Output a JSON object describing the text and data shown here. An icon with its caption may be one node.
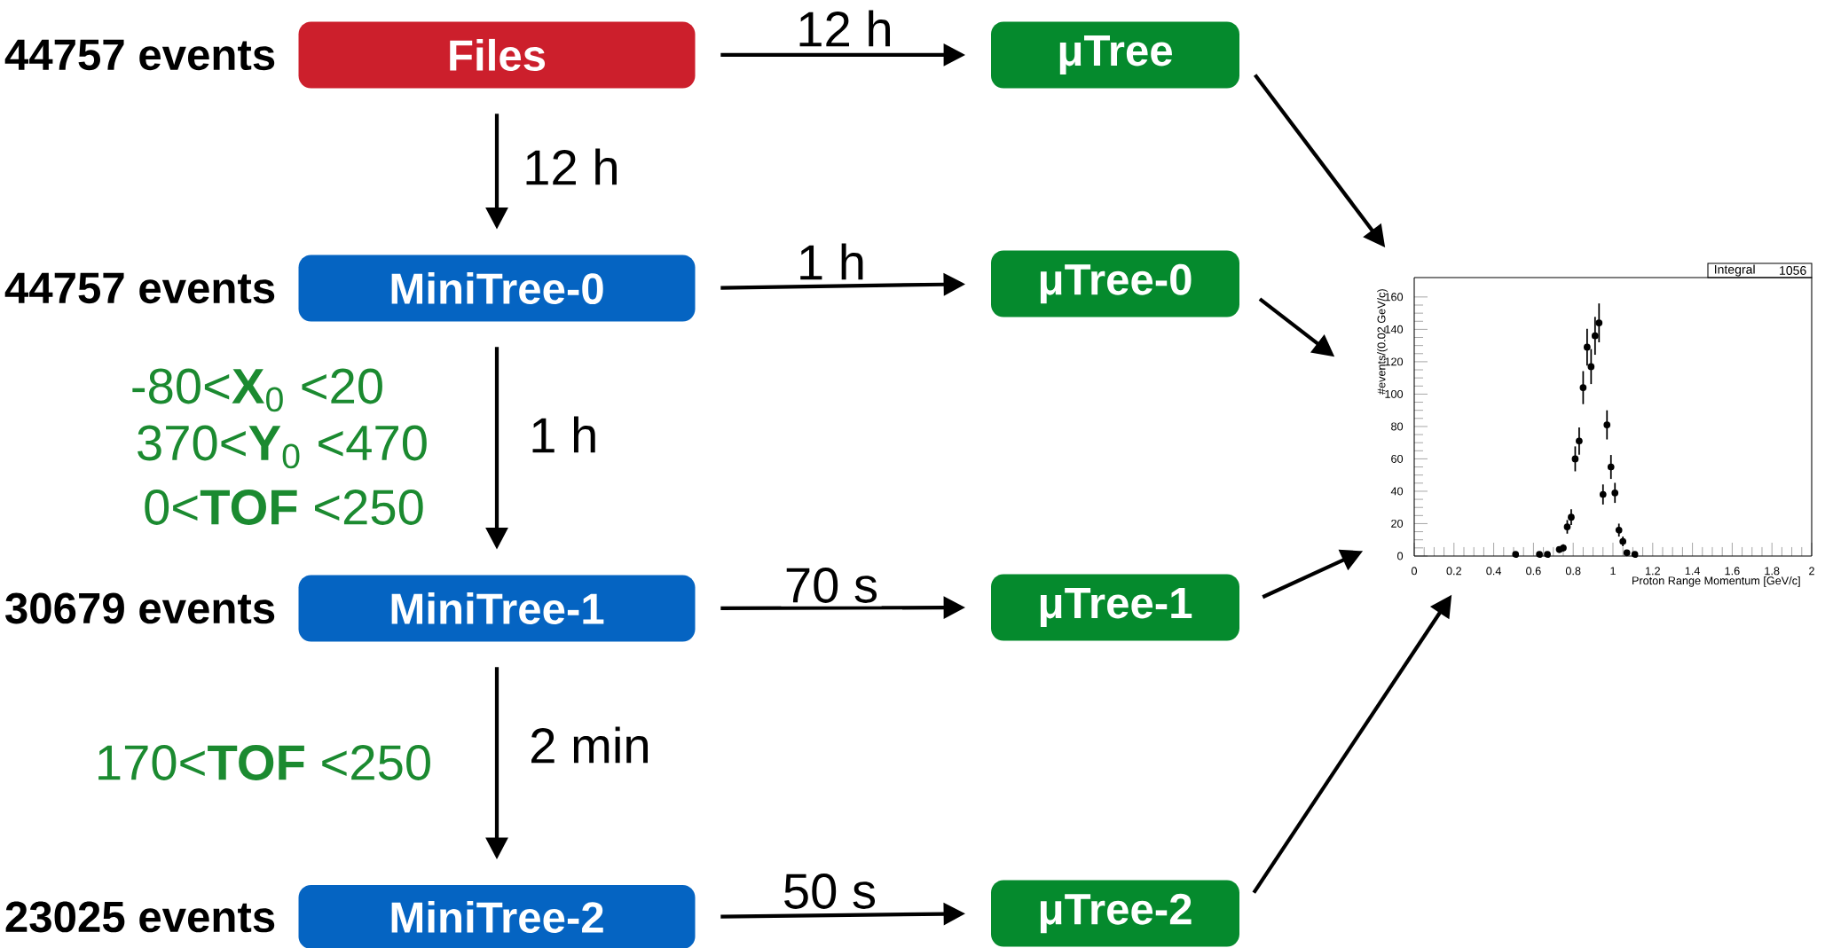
{
  "diagram": {
    "nodes": [
      {
        "text": [
          "Files"
        ],
        "beside": [
          "44757 events"
        ]
      },
      {
        "text": [
          "μTree"
        ]
      },
      {
        "text": [
          "MiniTree-0"
        ],
        "beside": [
          "44757 events"
        ]
      },
      {
        "text": [
          "μTree-0"
        ]
      },
      {
        "text": [
          "MiniTree-1"
        ],
        "beside": [
          "30679 events"
        ]
      },
      {
        "text": [
          "μTree-1"
        ]
      },
      {
        "text": [
          "MiniTree-2"
        ],
        "beside": [
          "23025 events"
        ]
      },
      {
        "text": [
          "μTree-2"
        ]
      },
      {
        "text": [],
        "shape": "chart",
        "beside": [
          "Integral",
          "1056"
        ]
      }
    ],
    "edges": [
      {
        "from": 0,
        "to": 1,
        "arrow": "to",
        "label": "12 h"
      },
      {
        "from": 0,
        "to": 2,
        "arrow": "to",
        "label": "12 h"
      },
      {
        "from": 2,
        "to": 3,
        "arrow": "to",
        "label": "1 h"
      },
      {
        "from": 2,
        "to": 4,
        "arrow": "to",
        "label": "1 h"
      },
      {
        "from": 4,
        "to": 5,
        "arrow": "to",
        "label": "70 s"
      },
      {
        "from": 4,
        "to": 6,
        "arrow": "to",
        "label": "2 min"
      },
      {
        "from": 6,
        "to": 7,
        "arrow": "to",
        "label": "50 s"
      },
      {
        "from": 1,
        "to": 8,
        "arrow": "to"
      },
      {
        "from": 3,
        "to": 8,
        "arrow": "to"
      },
      {
        "from": 5,
        "to": 8,
        "arrow": "to"
      },
      {
        "from": 7,
        "to": 8,
        "arrow": "to"
      }
    ],
    "labels": [
      "-80<**X**$_{0}$ <20",
      "370<**Y**$_{0}$ <470",
      "0<**TOF** <250",
      "170<**TOF** <250"
    ],
    "chart_data": {
      "type": "scatter",
      "xlabel": "Proton Range Momentum [GeV/c]",
      "ylabel": "#events/(0.02 GeV/c)",
      "x": [
        0.51,
        0.63,
        0.67,
        0.73,
        0.75,
        0.77,
        0.79,
        0.81,
        0.83,
        0.85,
        0.87,
        0.89,
        0.91,
        0.93,
        0.95,
        0.97,
        0.99,
        1.01,
        1.03,
        1.05,
        1.07,
        1.11
      ],
      "series": [
        {
          "values": [
            1,
            1,
            1,
            4,
            5,
            18,
            24,
            60,
            71,
            104,
            129,
            117,
            136,
            144,
            38,
            81,
            55,
            39,
            16,
            9,
            2,
            1
          ],
          "errors": [
            null,
            null,
            null,
            2,
            2.2,
            4.2,
            4.9,
            7.7,
            8.4,
            10.2,
            11.4,
            10.8,
            11.7,
            12,
            6.2,
            9,
            7.4,
            6.2,
            4,
            3,
            1.4,
            null
          ]
        }
      ],
      "xlim": [
        0,
        2
      ],
      "ylim": [
        0,
        172
      ],
      "xticks": [
        0,
        0.2,
        0.4,
        0.6,
        0.8,
        1,
        1.2,
        1.4,
        1.6,
        1.8,
        2
      ],
      "yticks": [
        0,
        20,
        40,
        60,
        80,
        100,
        120,
        140,
        160
      ]
    }
  }
}
